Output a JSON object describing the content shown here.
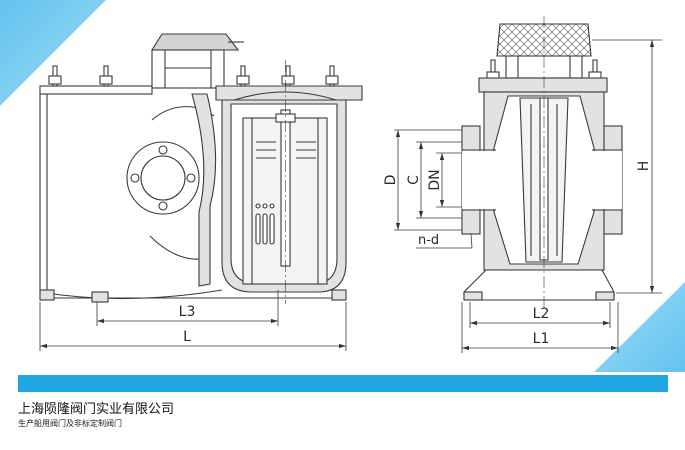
{
  "drawing": {
    "side_view": {
      "l3": "L3",
      "l": "L"
    },
    "end_view": {
      "d": "D",
      "c": "C",
      "dn": "DN",
      "nd": "n-d",
      "h": "H",
      "l2": "L2",
      "l1": "L1"
    }
  },
  "footer": {
    "company_name": "上海陨隆阀门实业有限公司",
    "tagline": "生产船用阀门及非标定制阀门"
  },
  "colors": {
    "accent_bar": "#1fa6e2",
    "corner_triangle_dark": "#62c3ef",
    "corner_triangle_light": "#a3dbf6",
    "line": "#3a3a3a",
    "section_fill": "#e2e2e2"
  }
}
